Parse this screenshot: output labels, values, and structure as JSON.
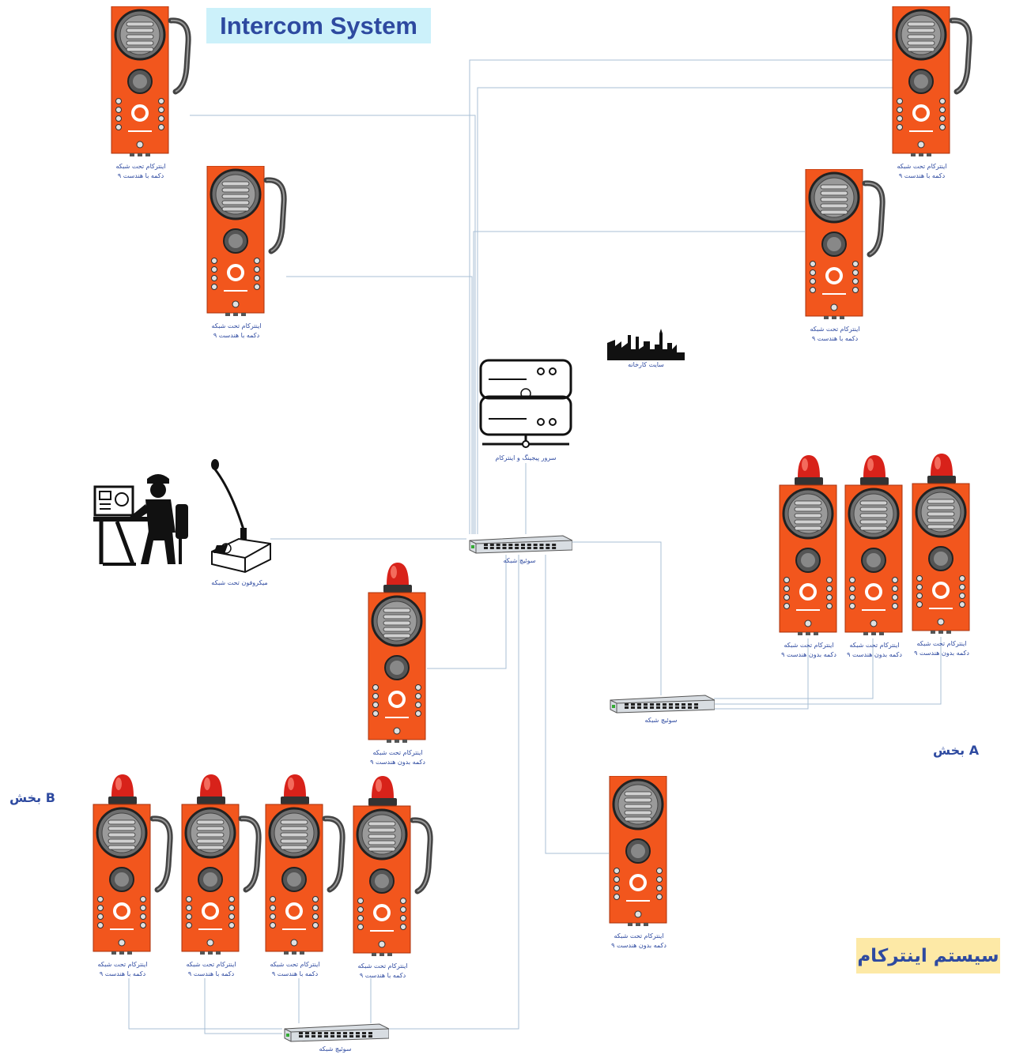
{
  "title_en": "Intercom System",
  "title_fa": "سیستم اینترکام",
  "section_a": "بخش A",
  "section_b": "بخش B",
  "labels": {
    "intercom_l1": "اینترکام تحت شبکه",
    "with_handset": "۹ دکمه با هندست",
    "without_handset": "۹ دکمه بدون هندست",
    "server": "سرور پیجینگ و اینترکام",
    "switch": "سوئیچ شبکه",
    "microphone": "میکروفون تحت شبکه",
    "factory": "سایت کارخانه"
  },
  "colors": {
    "intercom_body": "#f2561d",
    "wire": "#a8bfd6",
    "caption_text": "#2e4aa0",
    "title_en_bg": "#ccf1fa",
    "title_fa_bg": "#fde9a6"
  },
  "icons": {
    "intercom": "industrial-intercom-icon",
    "beacon": "red-beacon-icon",
    "server": "server-icon",
    "switch": "network-switch-icon",
    "microphone": "paging-microphone-icon",
    "operator": "operator-workstation-icon",
    "factory": "factory-skyline-icon"
  }
}
